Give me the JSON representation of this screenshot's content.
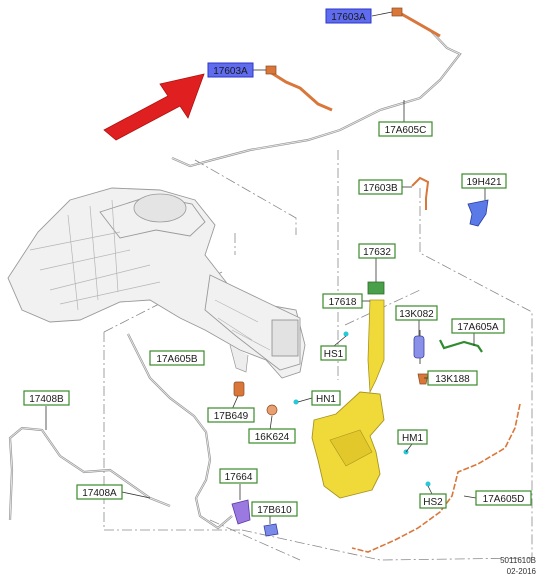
{
  "labels": {
    "p17603A_top": "17603A",
    "p17603A_left": "17603A",
    "p17A605C": "17A605C",
    "p17603B": "17603B",
    "p19H421": "19H421",
    "p17632": "17632",
    "p17618": "17618",
    "pHS1": "HS1",
    "p13K082": "13K082",
    "p17A605A": "17A605A",
    "p13K188": "13K188",
    "p17A605B": "17A605B",
    "p17408B": "17408B",
    "pHN1": "HN1",
    "p17B649": "17B649",
    "p16K624": "16K624",
    "pHM1": "HM1",
    "p17664": "17664",
    "p17B610": "17B610",
    "pHS2": "HS2",
    "p17A605D": "17A605D",
    "p17408A": "17408A"
  },
  "footer": {
    "code": "5011610B",
    "date": "02-2016"
  },
  "colors": {
    "highlight_box": "#5f6cf0",
    "label_border": "#3a8a2a",
    "reservoir": "#f0da3a",
    "hose_orange": "#d9773b",
    "arrow_red": "#e02020",
    "connector_green": "#2e8b2e",
    "pump_purple": "#9a7ae0",
    "bracket_blue": "#5a7ae8"
  }
}
